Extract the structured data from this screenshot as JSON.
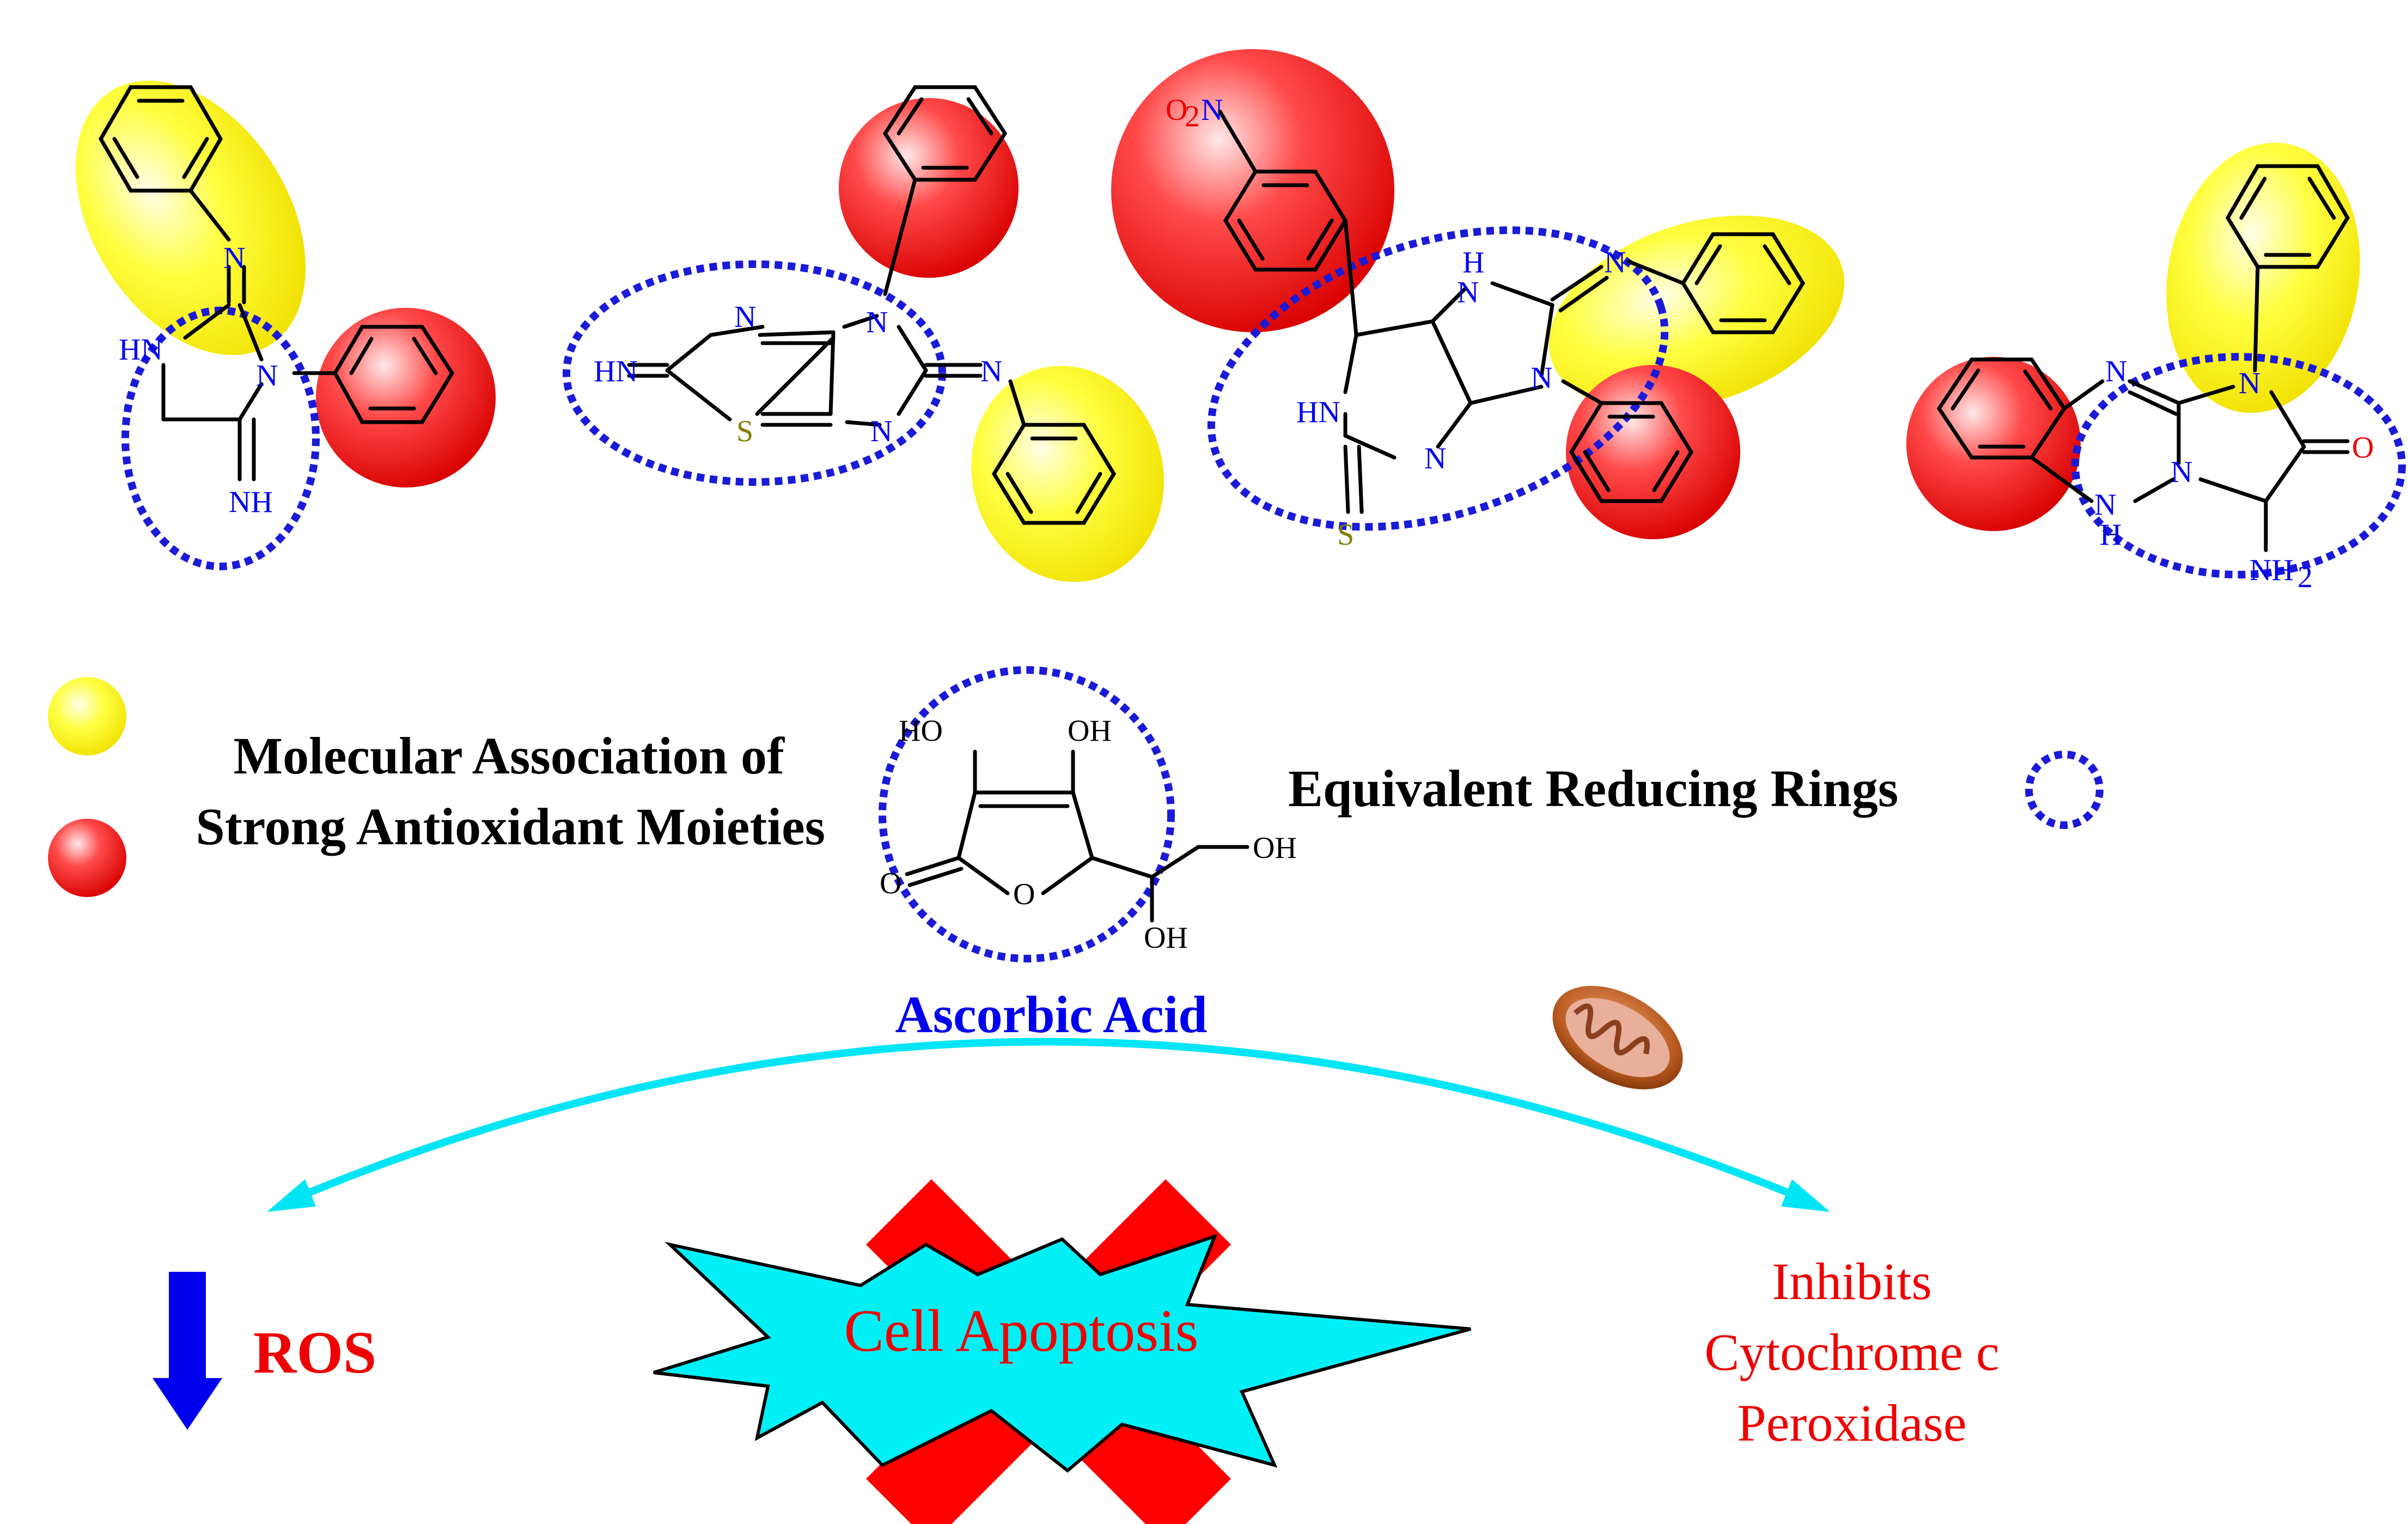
{
  "legend": {
    "association_line1": "Molecular Association of",
    "association_line2": "Strong Antioxidant Moieties",
    "reducing_rings": "Equivalent Reducing Rings"
  },
  "reference_compound": "Ascorbic Acid",
  "effects": {
    "ros": "ROS",
    "center": "Cell Apoptosis",
    "right_line1": "Inhibits",
    "right_line2": "Cytochrome c",
    "right_line3": "Peroxidase"
  },
  "atom_labels": {
    "N": "N",
    "HN": "HN",
    "NH": "NH",
    "S": "S",
    "H": "H",
    "O": "O",
    "HO": "HO",
    "OH": "OH",
    "NH2": "NH",
    "sub2": "2",
    "O2N": "O",
    "O2N_N": "N"
  },
  "colors": {
    "yellow": "#ffff00",
    "red": "#ff0000",
    "dashed_ring": "#1a1ad8",
    "arrow_cyan": "#00e5f5",
    "arrow_blue": "#0000ee",
    "text_red": "#ee0000",
    "text_blue": "#0000ee"
  },
  "icons": [
    "mitochondrion-icon",
    "down-arrow-icon",
    "explosion-burst",
    "red-cross"
  ]
}
